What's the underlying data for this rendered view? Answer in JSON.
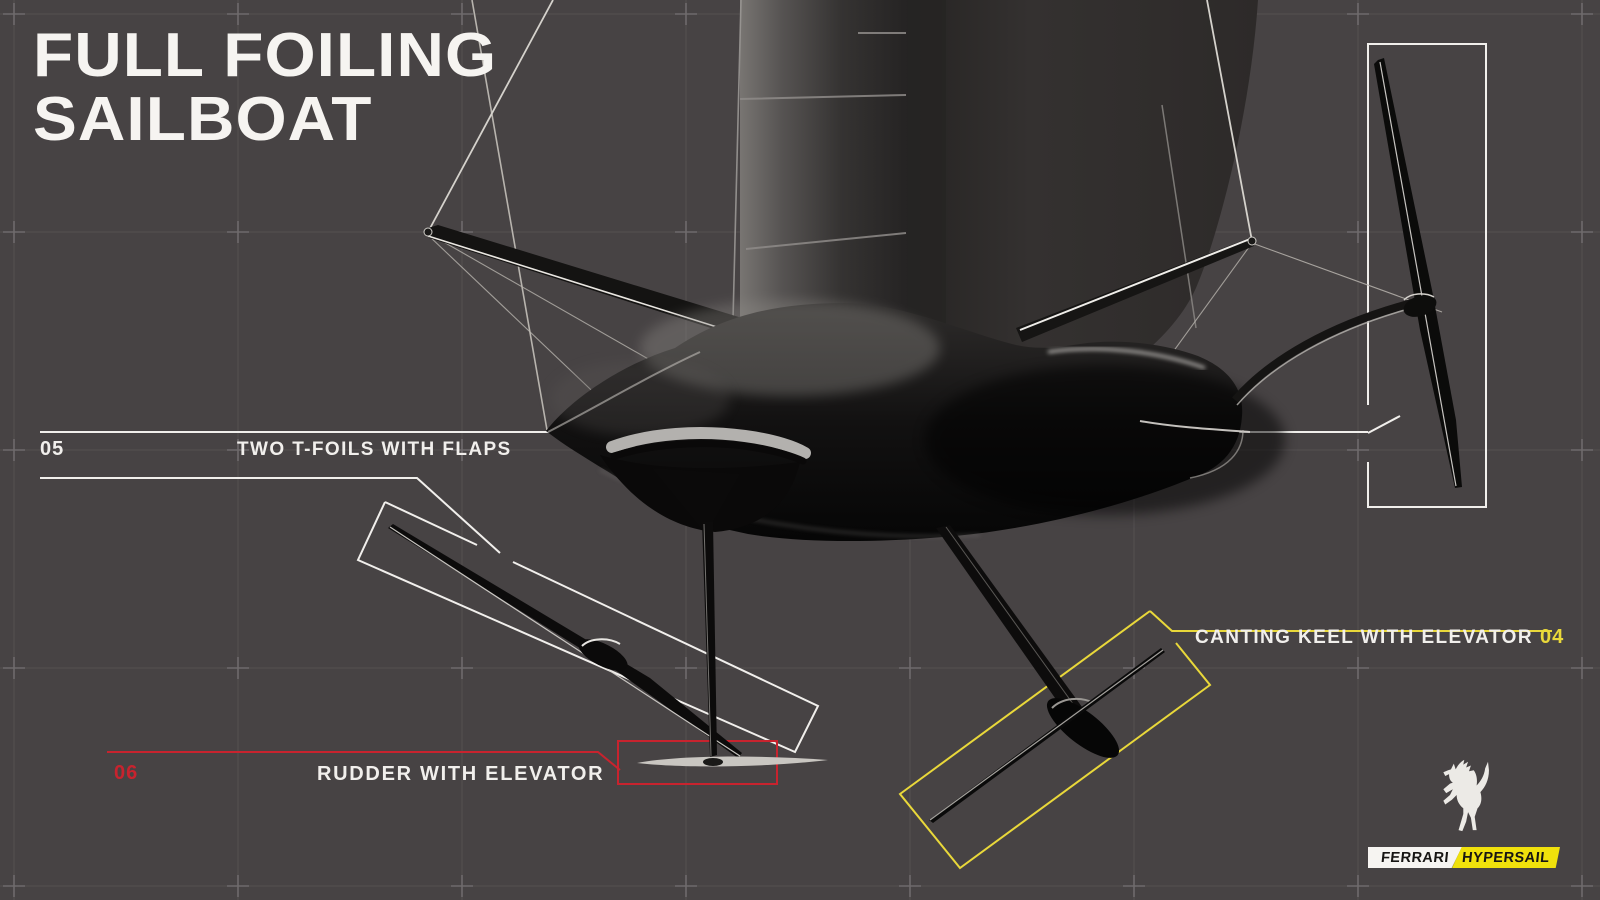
{
  "title": {
    "line1": "FULL FOILING",
    "line2": "SAILBOAT"
  },
  "callouts": [
    {
      "number": "05",
      "label": "TWO T-FOILS WITH FLAPS",
      "color": "#f1efec",
      "side": "left"
    },
    {
      "number": "06",
      "label": "RUDDER WITH ELEVATOR",
      "color": "#c8232e",
      "side": "left"
    },
    {
      "number": "04",
      "label": "CANTING KEEL WITH ELEVATOR",
      "color": "#e9d83a",
      "side": "right"
    }
  ],
  "branding": {
    "logo": "ferrari-prancing-horse",
    "badge_left": "FERRARI",
    "badge_right": "HYPERSAIL",
    "badge_left_bg": "#f6f4f1",
    "badge_right_bg": "#f0e10c"
  },
  "colors": {
    "background": "#474344",
    "grid_line": "#545051",
    "grid_cross": "#6f6b6c",
    "callout_white": "#f1efec",
    "callout_red": "#c8232e",
    "callout_yellow": "#e9d83a",
    "text": "#f3f1ee"
  }
}
